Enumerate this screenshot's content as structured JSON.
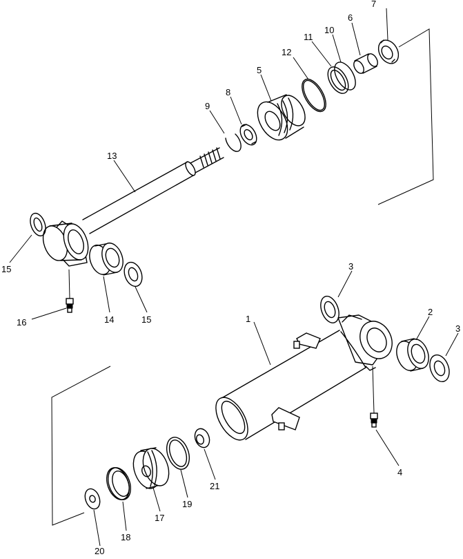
{
  "diagram": {
    "callouts": [
      {
        "id": "c1",
        "label": "1"
      },
      {
        "id": "c2",
        "label": "2"
      },
      {
        "id": "c3a",
        "label": "3"
      },
      {
        "id": "c3b",
        "label": "3"
      },
      {
        "id": "c4",
        "label": "4"
      },
      {
        "id": "c5",
        "label": "5"
      },
      {
        "id": "c6",
        "label": "6"
      },
      {
        "id": "c7",
        "label": "7"
      },
      {
        "id": "c8",
        "label": "8"
      },
      {
        "id": "c9",
        "label": "9"
      },
      {
        "id": "c10",
        "label": "10"
      },
      {
        "id": "c11",
        "label": "11"
      },
      {
        "id": "c12",
        "label": "12"
      },
      {
        "id": "c13",
        "label": "13"
      },
      {
        "id": "c14",
        "label": "14"
      },
      {
        "id": "c15a",
        "label": "15"
      },
      {
        "id": "c15b",
        "label": "15"
      },
      {
        "id": "c16",
        "label": "16"
      },
      {
        "id": "c17",
        "label": "17"
      },
      {
        "id": "c18",
        "label": "18"
      },
      {
        "id": "c19",
        "label": "19"
      },
      {
        "id": "c20",
        "label": "20"
      },
      {
        "id": "c21",
        "label": "21"
      }
    ]
  }
}
